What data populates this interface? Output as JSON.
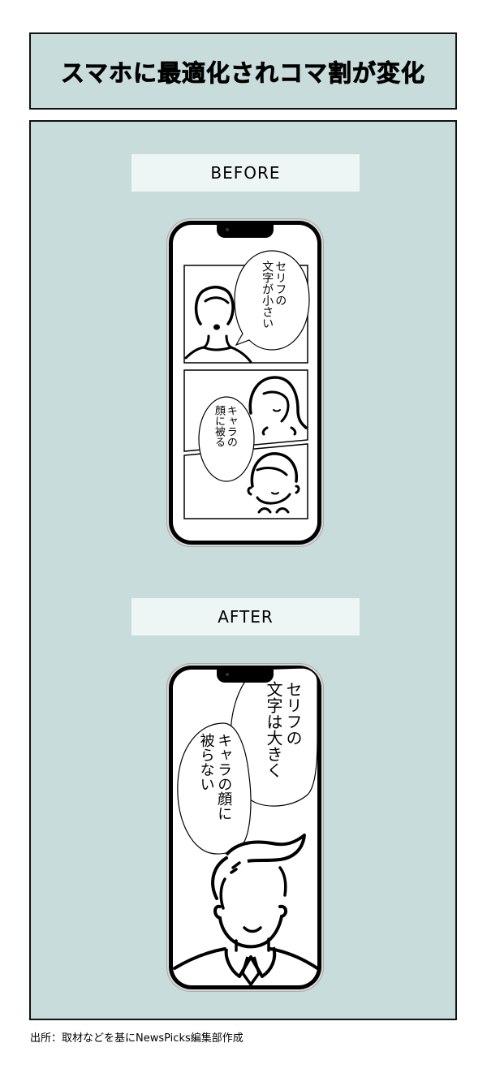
{
  "title": "スマホに最適化されコマ割が変化",
  "colors": {
    "panel_bg": "#c8dcdc",
    "label_bg": "#eef5f5",
    "border": "#111111",
    "screen": "#ffffff"
  },
  "before": {
    "label": "BEFORE",
    "bubble1": {
      "line1": "セリフの",
      "line2": "文字が小さい"
    },
    "bubble2": {
      "line1": "キャラの",
      "line2": "顔に被る"
    }
  },
  "after": {
    "label": "AFTER",
    "bubble1": {
      "line1": "セリフの",
      "line2": "文字は大きく"
    },
    "bubble2": {
      "line1": "キャラの顔に",
      "line2": "被らない"
    }
  },
  "source": "出所：取材などを基にNewsPicks編集部作成"
}
